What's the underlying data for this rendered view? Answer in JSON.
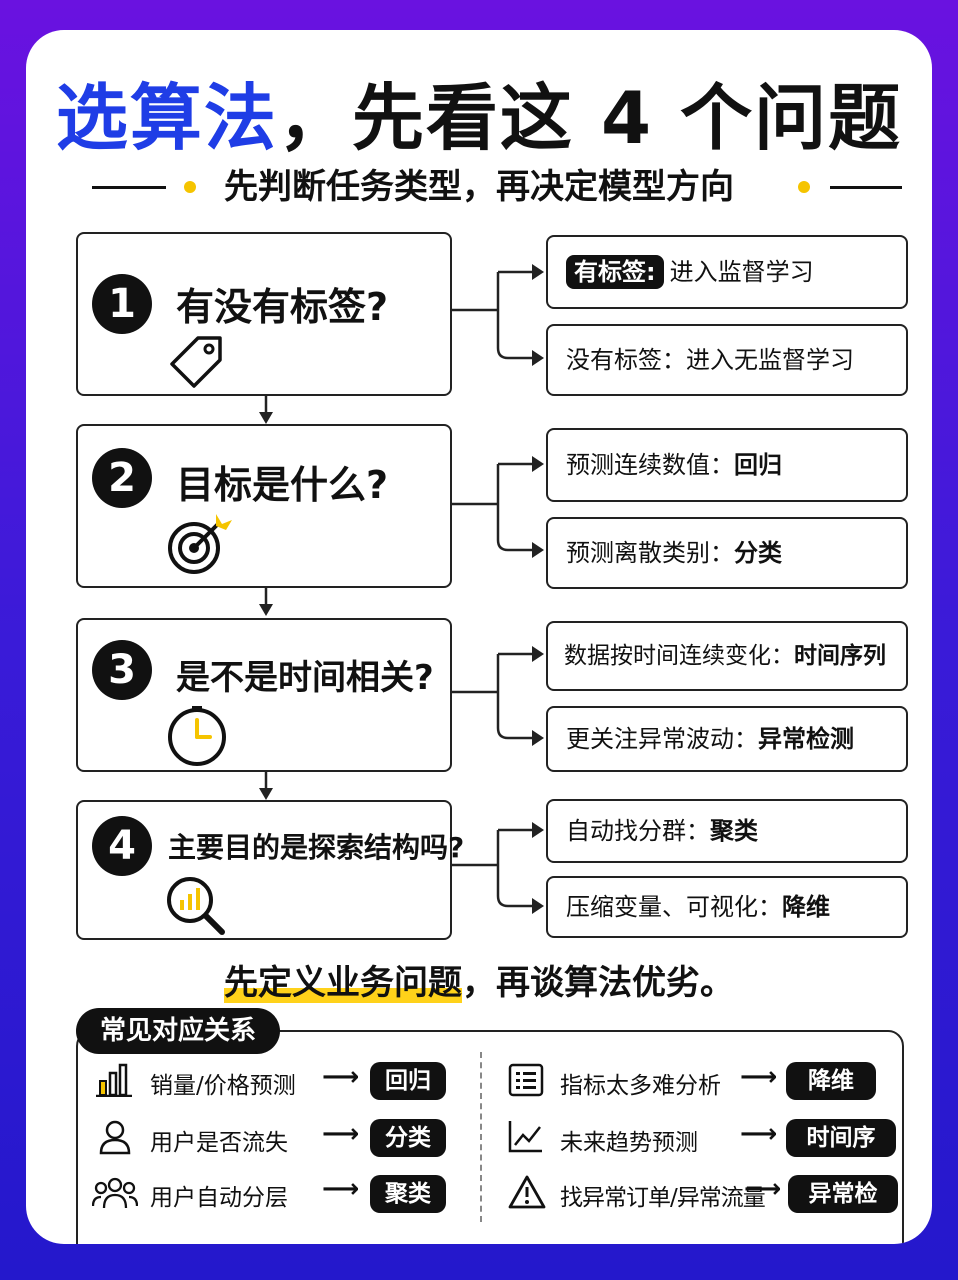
{
  "title": {
    "highlight": "选算法",
    "rest": "，先看这 4 个问题"
  },
  "subtitle": "先判断任务类型，再决定模型方向",
  "questions": [
    {
      "num": "1",
      "text": "有没有标签?",
      "icon": "tag-icon",
      "answers": [
        {
          "pill": "有标签:",
          "text": "进入监督学习",
          "bold": ""
        },
        {
          "pill": "",
          "text": "没有标签：进入无监督学习",
          "bold": ""
        }
      ]
    },
    {
      "num": "2",
      "text": "目标是什么?",
      "icon": "target-icon",
      "answers": [
        {
          "pill": "",
          "text": "预测连续数值：",
          "bold": "回归"
        },
        {
          "pill": "",
          "text": "预测离散类别：",
          "bold": "分类"
        }
      ]
    },
    {
      "num": "3",
      "text": "是不是时间相关?",
      "icon": "clock-icon",
      "answers": [
        {
          "pill": "",
          "text": "数据按时间连续变化：",
          "bold": "时间序列"
        },
        {
          "pill": "",
          "text": "更关注异常波动：",
          "bold": "异常检测"
        }
      ]
    },
    {
      "num": "4",
      "text": "主要目的是探索结构吗?",
      "icon": "magnifier-chart-icon",
      "answers": [
        {
          "pill": "",
          "text": "自动找分群：",
          "bold": "聚类"
        },
        {
          "pill": "",
          "text": "压缩变量、可视化：",
          "bold": "降维"
        }
      ]
    }
  ],
  "slogan": {
    "underlined": "先定义业务问题",
    "rest": "，再谈算法优劣。"
  },
  "mapping": {
    "title": "常见对应关系",
    "left": [
      {
        "icon": "bar-chart-icon",
        "label": "销量/价格预测",
        "tag": "回归"
      },
      {
        "icon": "user-icon",
        "label": "用户是否流失",
        "tag": "分类"
      },
      {
        "icon": "users-group-icon",
        "label": "用户自动分层",
        "tag": "聚类"
      }
    ],
    "right": [
      {
        "icon": "grid-list-icon",
        "label": "指标太多难分析",
        "tag": "降维"
      },
      {
        "icon": "trend-line-icon",
        "label": "未来趋势预测",
        "tag": "时间序列"
      },
      {
        "icon": "warning-icon",
        "label": "找异常订单/异常流量",
        "tag": "异常检测"
      }
    ]
  },
  "colors": {
    "background": "#5a14dc",
    "accent_blue": "#1f3de6",
    "accent_yellow": "#f5c400",
    "ink": "#111111"
  }
}
